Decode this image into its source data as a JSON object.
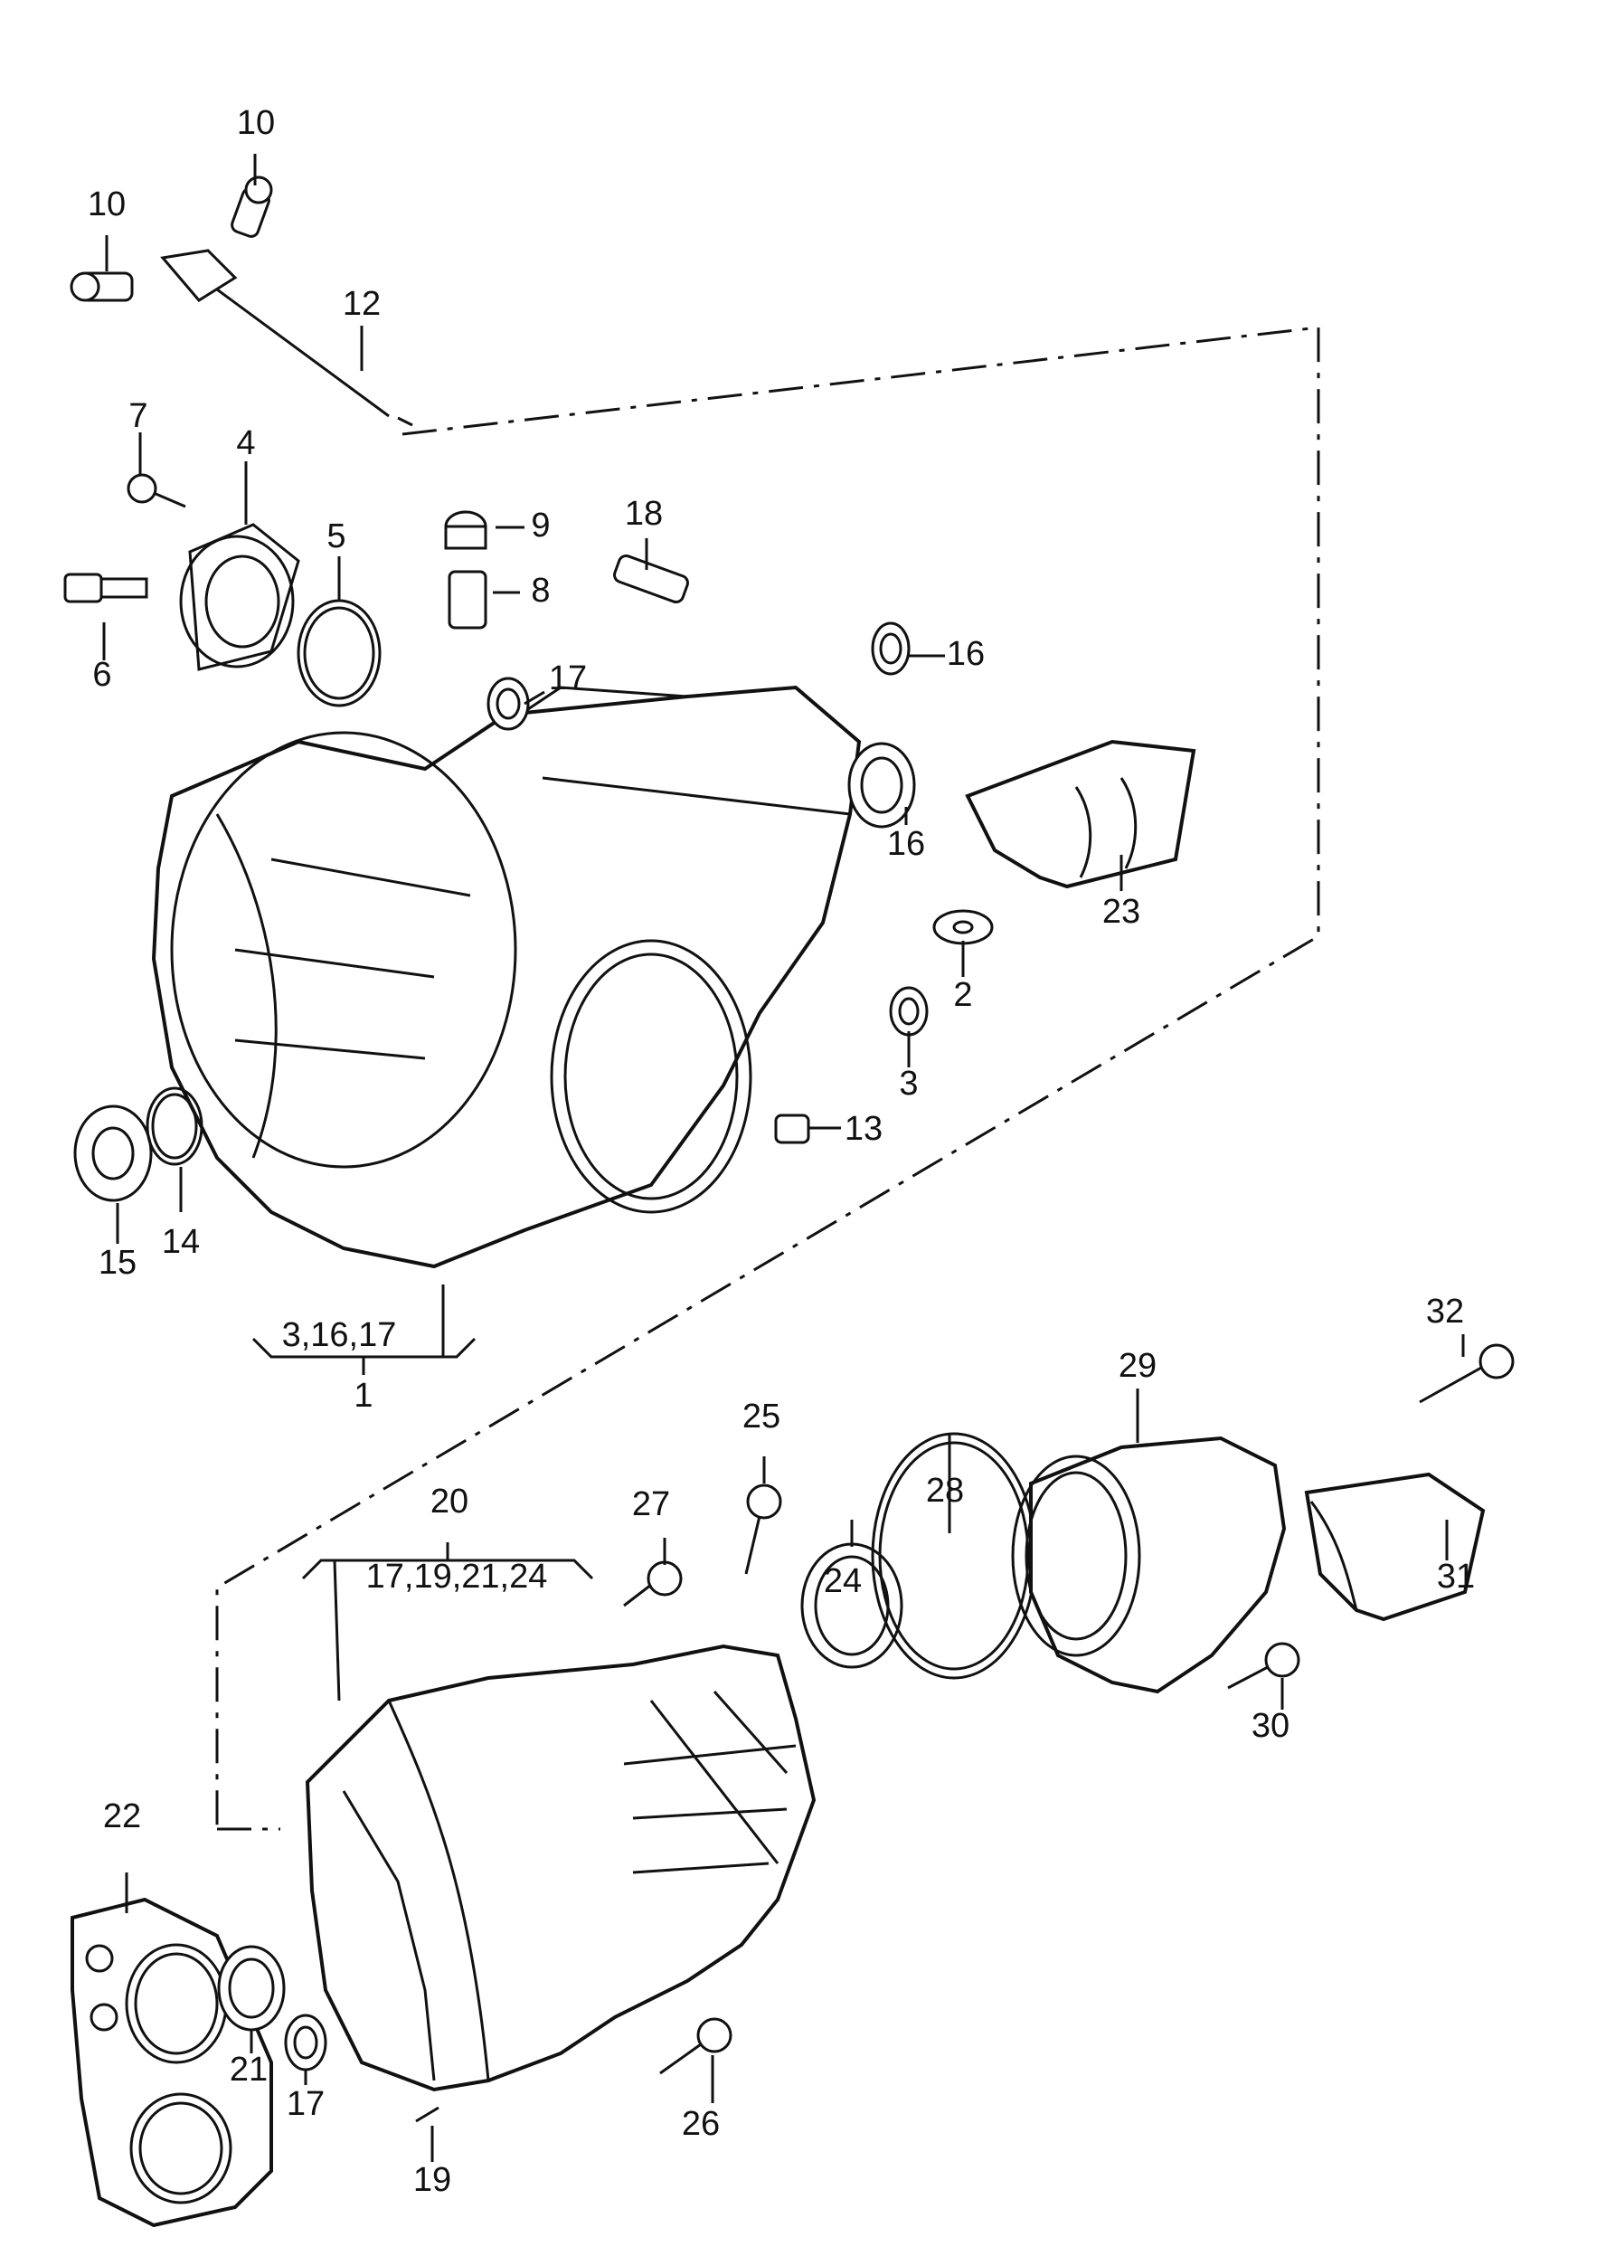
{
  "callouts": [
    {
      "id": "c10a",
      "text": "10"
    },
    {
      "id": "c10b",
      "text": "10"
    },
    {
      "id": "c12",
      "text": "12"
    },
    {
      "id": "c7",
      "text": "7"
    },
    {
      "id": "c4",
      "text": "4"
    },
    {
      "id": "c5",
      "text": "5"
    },
    {
      "id": "c6",
      "text": "6"
    },
    {
      "id": "c9",
      "text": "9"
    },
    {
      "id": "c8",
      "text": "8"
    },
    {
      "id": "c18",
      "text": "18"
    },
    {
      "id": "c17a",
      "text": "17"
    },
    {
      "id": "c16a",
      "text": "16"
    },
    {
      "id": "c16b",
      "text": "16"
    },
    {
      "id": "c23",
      "text": "23"
    },
    {
      "id": "c2",
      "text": "2"
    },
    {
      "id": "c3",
      "text": "3"
    },
    {
      "id": "c13",
      "text": "13"
    },
    {
      "id": "c14",
      "text": "14"
    },
    {
      "id": "c15",
      "text": "15"
    },
    {
      "id": "c1sub",
      "text": "3,16,17"
    },
    {
      "id": "c1",
      "text": "1"
    },
    {
      "id": "c32",
      "text": "32"
    },
    {
      "id": "c29",
      "text": "29"
    },
    {
      "id": "c31",
      "text": "31"
    },
    {
      "id": "c25",
      "text": "25"
    },
    {
      "id": "c28",
      "text": "28"
    },
    {
      "id": "c20",
      "text": "20"
    },
    {
      "id": "c20sub",
      "text": "17,19,21,24"
    },
    {
      "id": "c27",
      "text": "27"
    },
    {
      "id": "c24",
      "text": "24"
    },
    {
      "id": "c30",
      "text": "30"
    },
    {
      "id": "c22",
      "text": "22"
    },
    {
      "id": "c21",
      "text": "21"
    },
    {
      "id": "c17b",
      "text": "17"
    },
    {
      "id": "c26",
      "text": "26"
    },
    {
      "id": "c19",
      "text": "19"
    }
  ]
}
